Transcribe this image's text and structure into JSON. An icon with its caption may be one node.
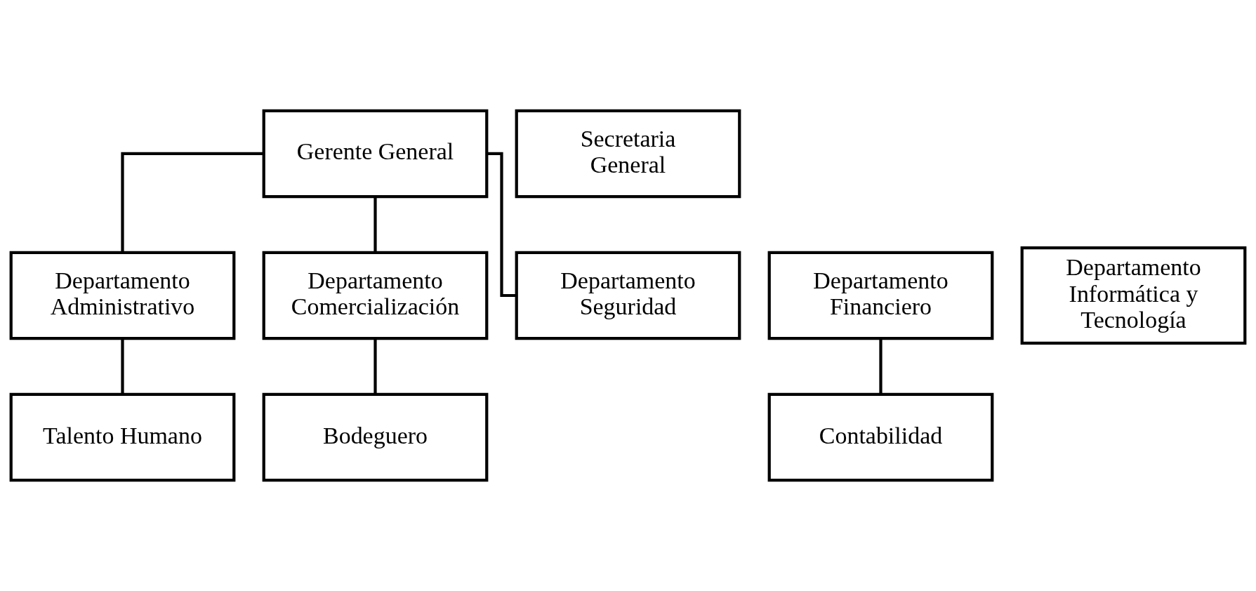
{
  "diagram": {
    "nodes": [
      {
        "text": [
          "Gerente General"
        ]
      },
      {
        "text": [
          "Secretaria General"
        ]
      },
      {
        "text": [
          "Departamento Administrativo"
        ]
      },
      {
        "text": [
          "Departamento Financiero"
        ]
      },
      {
        "text": [
          "Departamento Informática y Tecnología"
        ]
      },
      {
        "text": [
          "Departamento Comercialización"
        ]
      },
      {
        "text": [
          "Departamento Seguridad"
        ]
      },
      {
        "text": [
          "Talento Humano"
        ]
      },
      {
        "text": [
          "Contabilidad"
        ]
      },
      {
        "text": [
          "Bodeguero"
        ]
      }
    ],
    "edges": [
      {
        "from": 0,
        "to": 2,
        "arrow": "none"
      },
      {
        "from": 0,
        "to": 5,
        "arrow": "none"
      },
      {
        "from": 0,
        "to": 6,
        "arrow": "none"
      },
      {
        "from": 2,
        "to": 7,
        "arrow": "none"
      },
      {
        "from": 3,
        "to": 8,
        "arrow": "none"
      },
      {
        "from": 5,
        "to": 9,
        "arrow": "none"
      }
    ]
  }
}
